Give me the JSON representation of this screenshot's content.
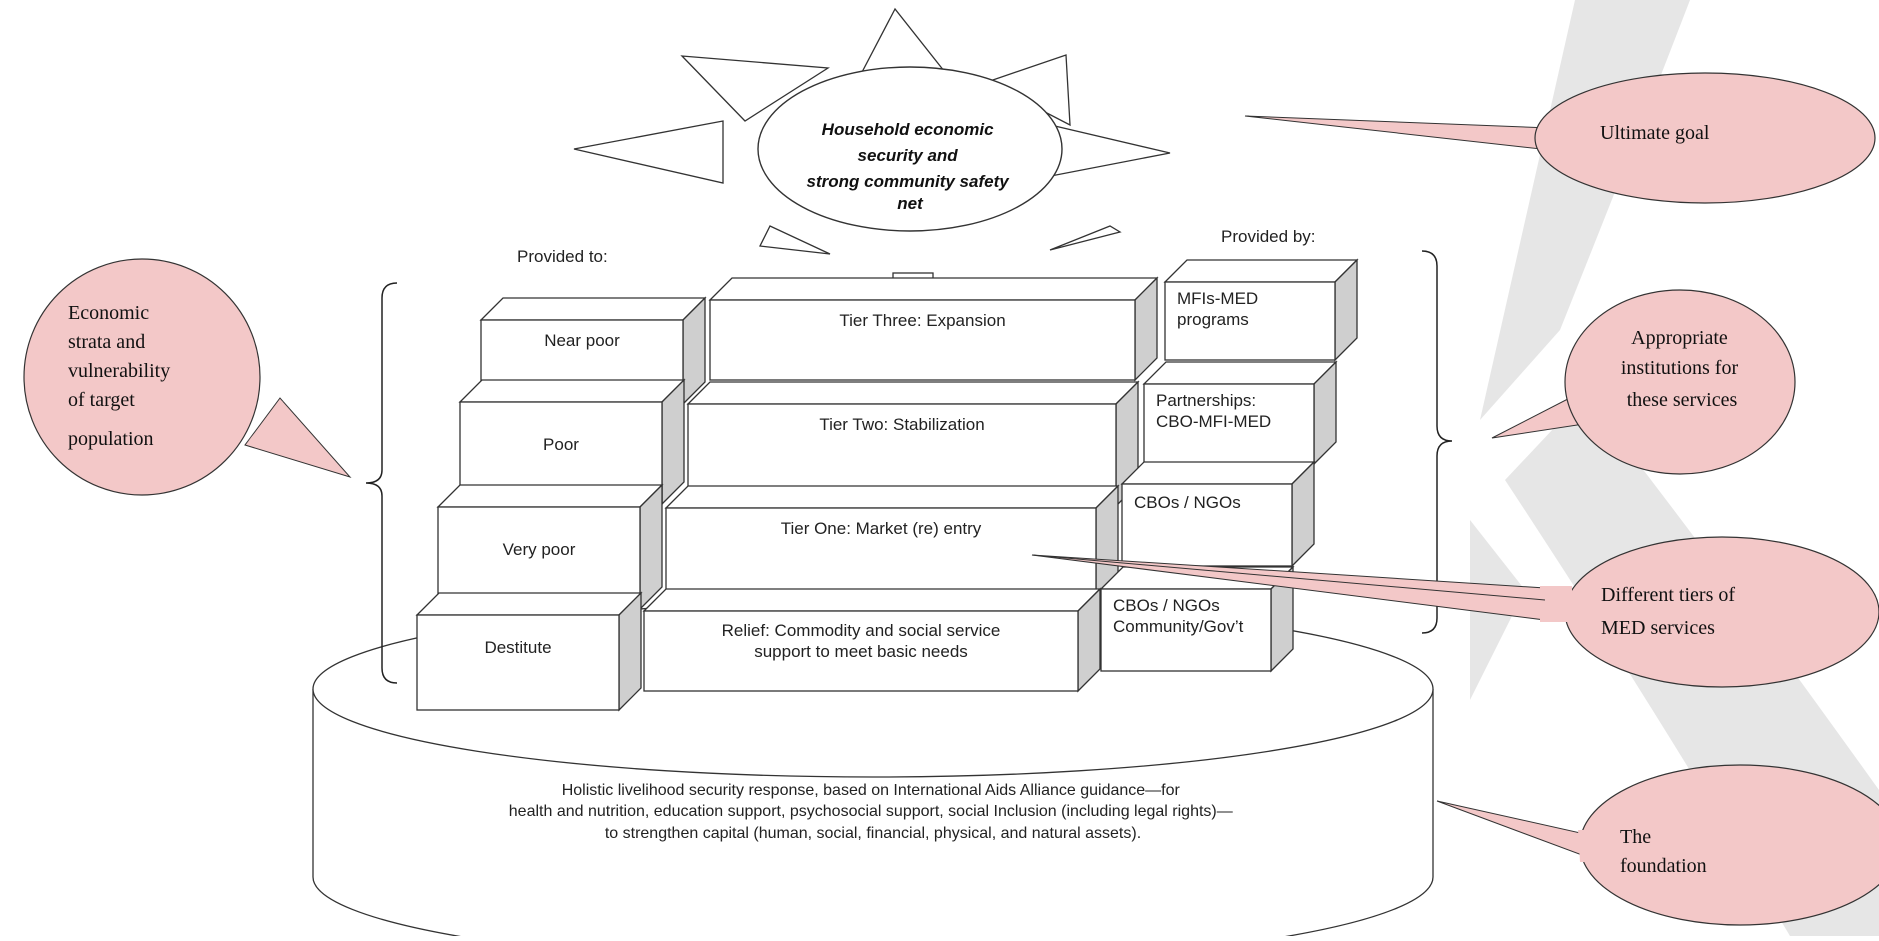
{
  "goal": {
    "lines": [
      "Household economic",
      "security and",
      "strong community safety",
      "net"
    ]
  },
  "provided_to_label": "Provided to:",
  "provided_by_label": "Provided by:",
  "strata": [
    "Near poor",
    "Poor",
    "Very poor",
    "Destitute"
  ],
  "tiers": [
    {
      "lines": [
        "Tier Three: Expansion"
      ]
    },
    {
      "lines": [
        "Tier Two: Stabilization"
      ]
    },
    {
      "lines": [
        "Tier One: Market (re) entry"
      ]
    },
    {
      "lines": [
        "Relief:  Commodity and social service",
        "support to meet basic needs"
      ]
    }
  ],
  "providers": [
    {
      "lines": [
        "MFIs-MED",
        "programs"
      ]
    },
    {
      "lines": [
        "Partnerships:",
        "CBO-MFI-MED"
      ]
    },
    {
      "lines": [
        "CBOs / NGOs"
      ]
    },
    {
      "lines": [
        "CBOs / NGOs",
        "Community/Gov’t"
      ]
    }
  ],
  "foundation": {
    "lines": [
      "Holistic livelihood security response, based on International Aids Alliance guidance—for",
      "health and nutrition, education support, psychosocial support, social Inclusion (including legal rights)—",
      "to strengthen capital (human, social, financial, physical, and natural assets)."
    ]
  },
  "callouts": {
    "ultimate_goal": {
      "lines": [
        "Ultimate goal"
      ]
    },
    "strata_vulnerability": {
      "lines": [
        "Economic",
        "strata and",
        "vulnerability",
        "of target",
        "population"
      ]
    },
    "institutions": {
      "lines": [
        "Appropriate",
        "institutions for",
        "these services"
      ]
    },
    "tiers": {
      "lines": [
        "Different tiers of",
        "MED services"
      ]
    },
    "foundation": {
      "lines": [
        "The",
        "foundation"
      ]
    }
  },
  "colors": {
    "callout_fill": "#f3c8c8",
    "line": "#333333",
    "box_side": "#cfcfcf",
    "ribbon": "#e6e6e6"
  }
}
